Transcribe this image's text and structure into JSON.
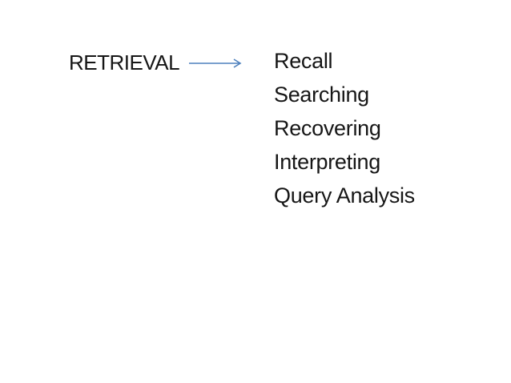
{
  "slide": {
    "background_color": "#ffffff",
    "text_color": "#161616",
    "term": "RETRIEVAL",
    "arrow": {
      "name": "right-arrow",
      "direction": "right",
      "color": "#4f81bd"
    },
    "related_terms": [
      "Recall",
      "Searching",
      "Recovering",
      "Interpreting",
      "Query Analysis"
    ]
  }
}
